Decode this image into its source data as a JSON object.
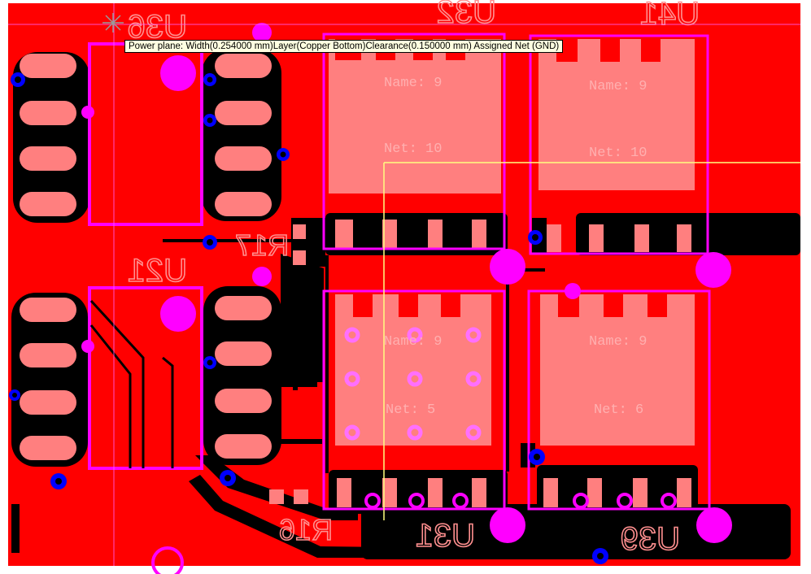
{
  "tooltip": {
    "text": "Power plane: Width(0.254000 mm)Layer(Copper Bottom)Clearance(0.150000 mm) Assigned Net (GND)"
  },
  "colors": {
    "plane": "#ff0000",
    "gap": "#000000",
    "pad": "#ff7f7f",
    "outline": "#ff00ff",
    "via_ring": "#0000ff",
    "silk": "#ff9a9a",
    "highlight": "#ffff80"
  },
  "components": {
    "u36": {
      "ref": "U36"
    },
    "u21": {
      "ref": "U21"
    },
    "u32": {
      "ref": "U32",
      "name_label": "Name: 9",
      "net_label": "Net: 10"
    },
    "u41": {
      "ref": "U41",
      "name_label": "Name: 9",
      "net_label": "Net: 10"
    },
    "u31": {
      "ref": "U31",
      "name_label": "Name: 9",
      "net_label": "Net: 5"
    },
    "u39": {
      "ref": "U39",
      "name_label": "Name: 9",
      "net_label": "Net: 6"
    },
    "r17": {
      "ref": "R17"
    },
    "r16": {
      "ref": "R16"
    }
  }
}
